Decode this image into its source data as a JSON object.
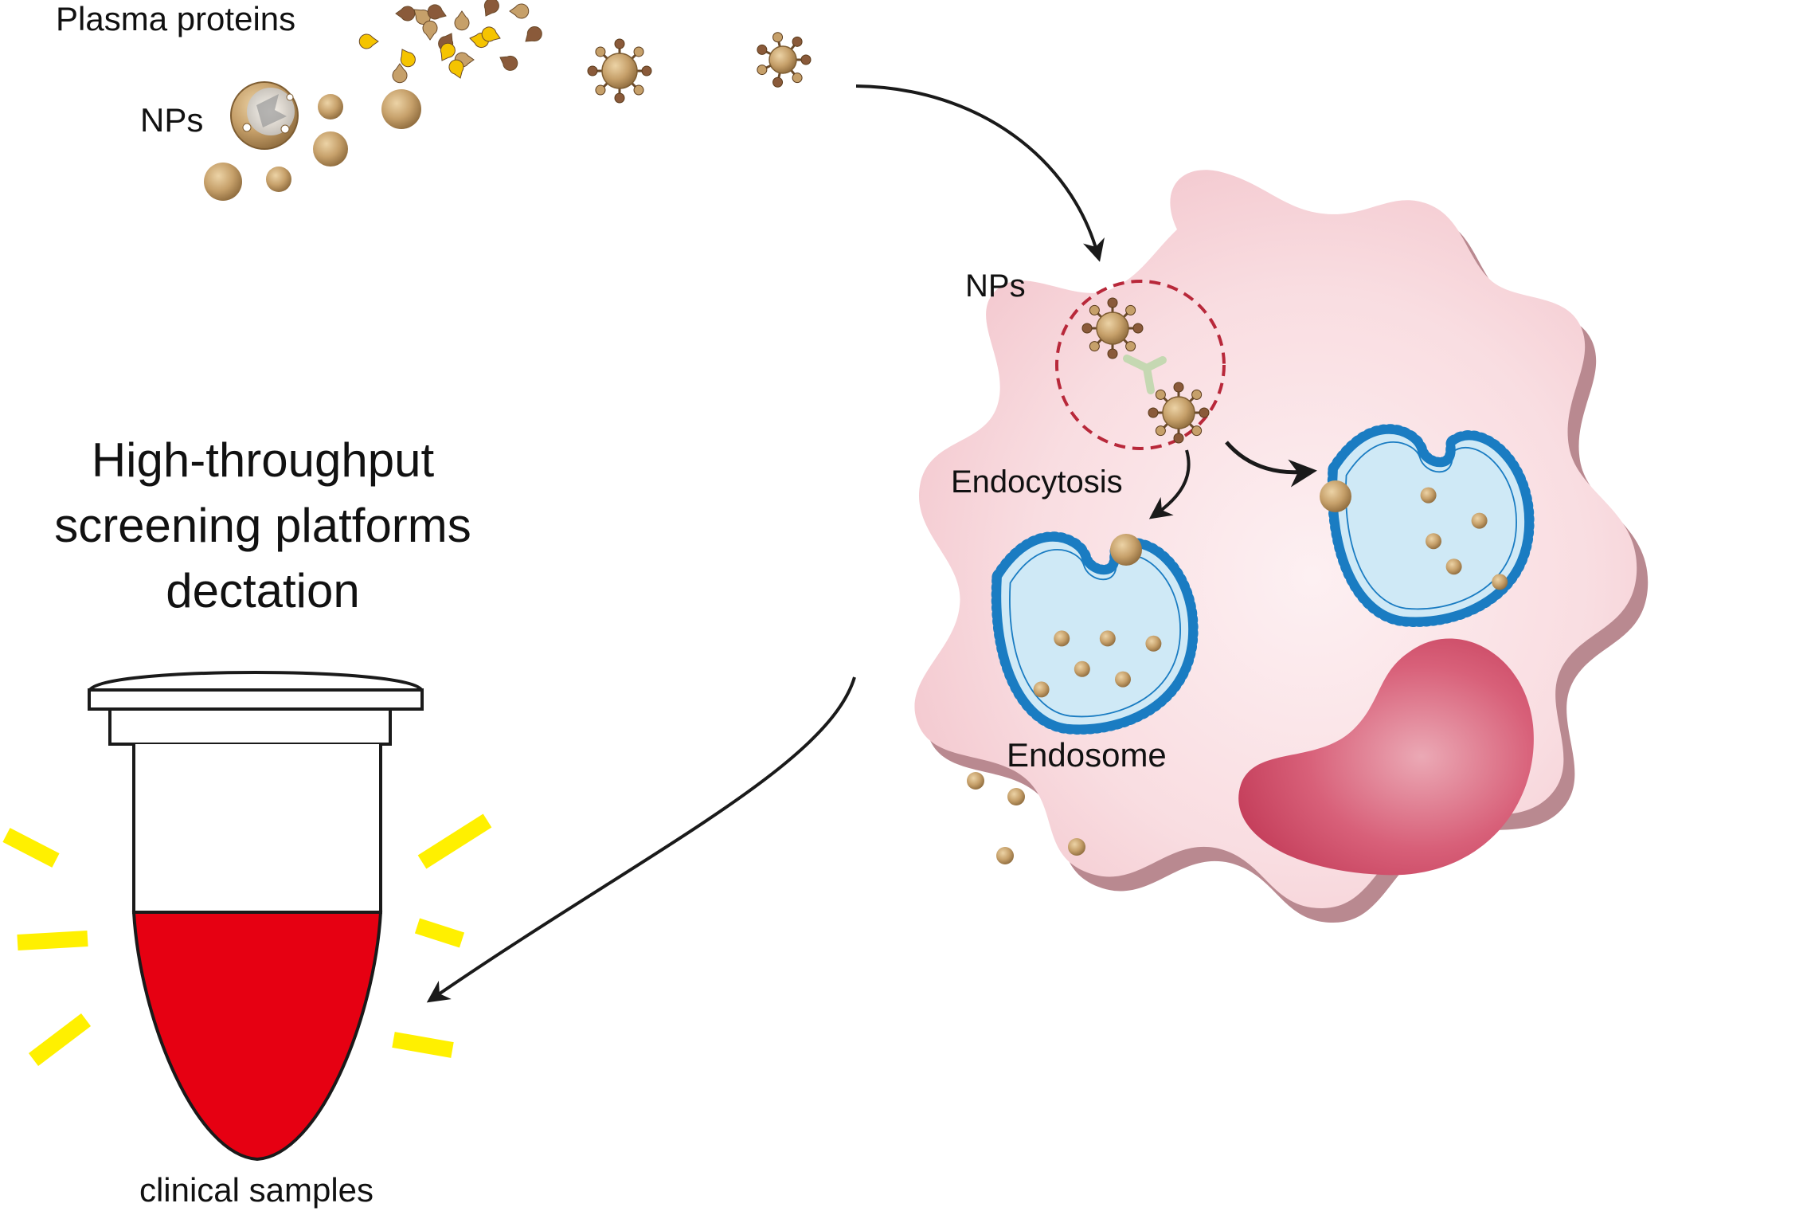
{
  "labels": {
    "plasma_proteins": "Plasma proteins",
    "nps_top": "NPs",
    "nps_cell": "NPs",
    "endocytosis": "Endocytosis",
    "endosome": "Endosome",
    "platform_line1": "High-throughput",
    "platform_line2": "screening platforms",
    "platform_line3": "dectation",
    "clinical_samples": "clinical samples"
  },
  "colors": {
    "nanoparticle": "#c6a06a",
    "protein_yellow": "#f5c400",
    "protein_brown": "#8a5a3a",
    "cell_fill": "#f6d2d7",
    "cell_shadow": "#b98990",
    "endosome_fill": "#cfe9f6",
    "endosome_membrane": "#1a7cc2",
    "nucleus": "#cf4a63",
    "dashed_circle": "#b8283a",
    "blood": "#e60012",
    "glow": "#fff000",
    "arrow": "#1a1a1a"
  }
}
